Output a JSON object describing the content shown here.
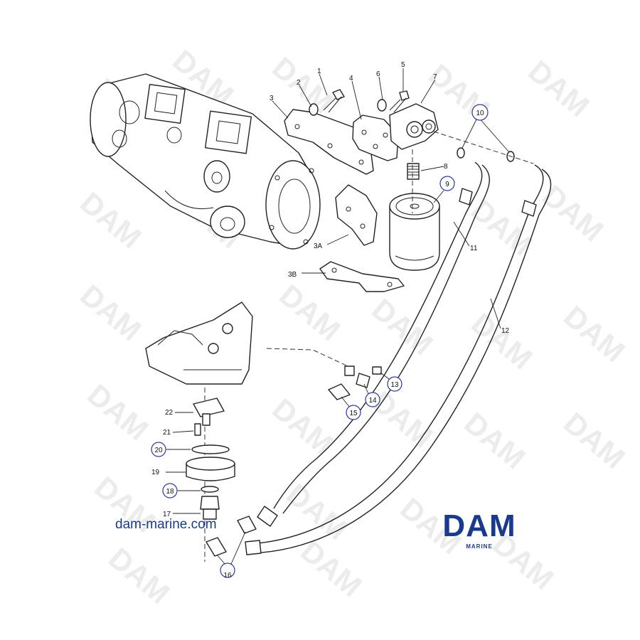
{
  "watermark": "DAM",
  "website": "dam-marine.com",
  "logo": {
    "main": "DAM",
    "sub": "MARINE",
    "color": "#1a3a8c"
  },
  "callout_color": "#2a3aa0",
  "labels": {
    "p1": "1",
    "p2": "2",
    "p3": "3",
    "p3a": "3A",
    "p3b": "3B",
    "p4": "4",
    "p5": "5",
    "p6": "6",
    "p7": "7",
    "p8": "8",
    "p9": "9",
    "p10": "10",
    "p11": "11",
    "p12": "12",
    "p13": "13",
    "p14": "14",
    "p15": "15",
    "p16": "16",
    "p17": "17",
    "p18": "18",
    "p19": "19",
    "p20": "20",
    "p21": "21",
    "p22": "22"
  }
}
